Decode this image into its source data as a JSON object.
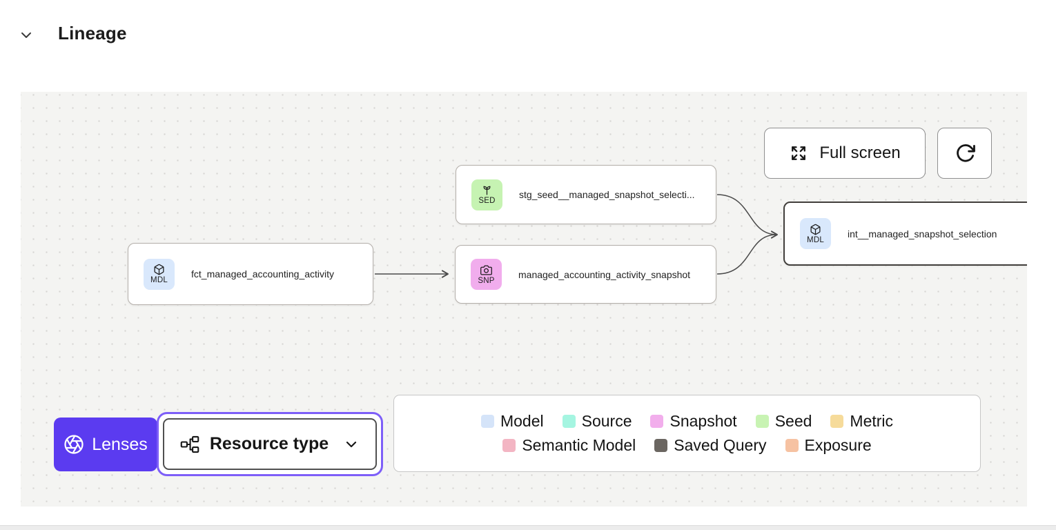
{
  "header": {
    "title": "Lineage"
  },
  "toolbar": {
    "full_screen_label": "Full screen"
  },
  "nodes": {
    "stg_seed": {
      "badge": "SED",
      "label": "stg_seed__managed_snapshot_selecti...",
      "type": "seed"
    },
    "fct": {
      "badge": "MDL",
      "label": "fct_managed_accounting_activity",
      "type": "model"
    },
    "snapshot": {
      "badge": "SNP",
      "label": "managed_accounting_activity_snapshot",
      "type": "snapshot"
    },
    "int": {
      "badge": "MDL",
      "label": "int__managed_snapshot_selection",
      "type": "model",
      "selected": true
    }
  },
  "controls": {
    "lenses_label": "Lenses",
    "resource_type_label": "Resource type"
  },
  "legend": {
    "row1": [
      {
        "label": "Model",
        "color": "#d5e4f9"
      },
      {
        "label": "Source",
        "color": "#a5f5e1"
      },
      {
        "label": "Snapshot",
        "color": "#f2aeec"
      },
      {
        "label": "Seed",
        "color": "#c8f3b3"
      },
      {
        "label": "Metric",
        "color": "#f6db9a"
      }
    ],
    "row2": [
      {
        "label": "Semantic Model",
        "color": "#f3b5c3"
      },
      {
        "label": "Saved Query",
        "color": "#6b6661"
      },
      {
        "label": "Exposure",
        "color": "#f6c2a2"
      }
    ]
  },
  "colors": {
    "badge_model": "#d9e8fc",
    "badge_seed": "#c6f3b2",
    "badge_snapshot": "#f1aded",
    "lenses_purple": "#5b3bf0",
    "focus_ring_purple": "#7d5ef8",
    "edge": "#4a4a4a",
    "canvas_background": "#f4f4f2"
  }
}
